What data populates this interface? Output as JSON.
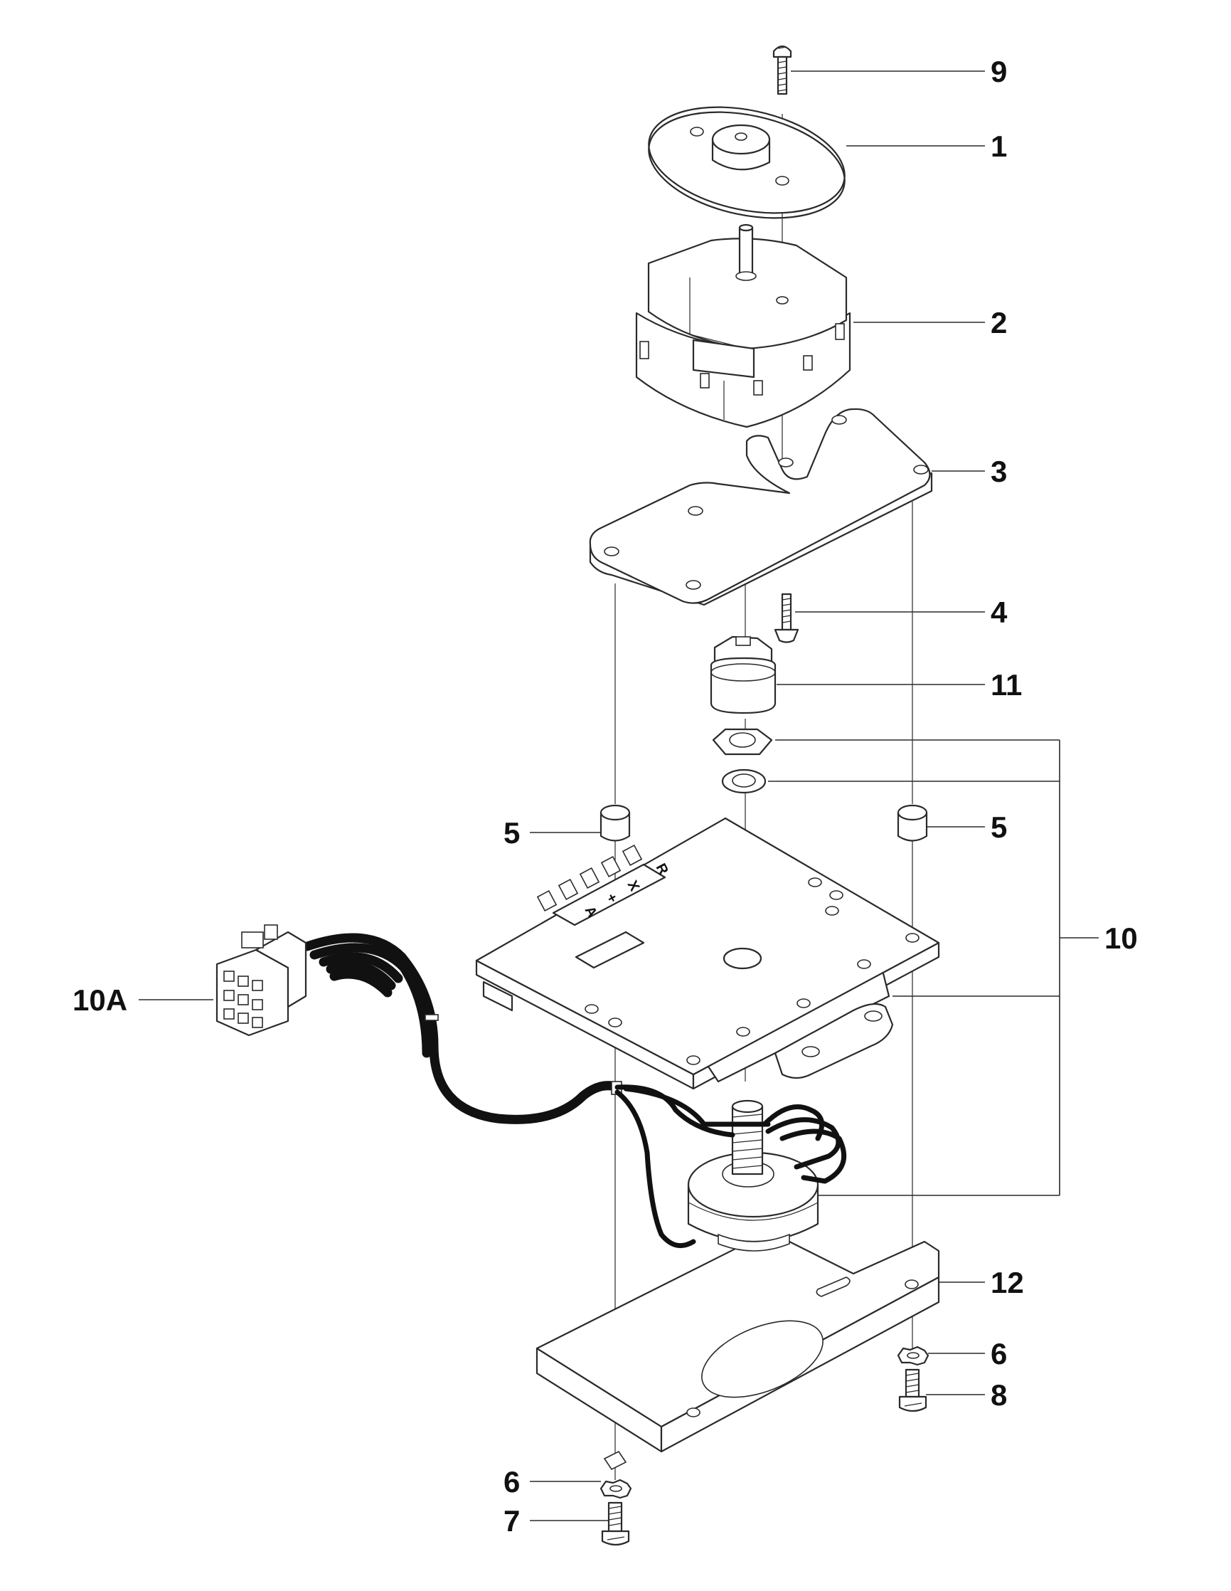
{
  "callouts": [
    {
      "id": "9",
      "text": "9"
    },
    {
      "id": "1",
      "text": "1"
    },
    {
      "id": "2",
      "text": "2"
    },
    {
      "id": "3",
      "text": "3"
    },
    {
      "id": "4",
      "text": "4"
    },
    {
      "id": "11",
      "text": "11"
    },
    {
      "id": "5-left",
      "text": "5"
    },
    {
      "id": "5-right",
      "text": "5"
    },
    {
      "id": "10",
      "text": "10"
    },
    {
      "id": "10A",
      "text": "10A"
    },
    {
      "id": "12",
      "text": "12"
    },
    {
      "id": "6-right",
      "text": "6"
    },
    {
      "id": "8",
      "text": "8"
    },
    {
      "id": "6-left",
      "text": "6"
    },
    {
      "id": "7",
      "text": "7"
    }
  ],
  "board_markings": [
    "R",
    "X",
    "+",
    "A"
  ]
}
